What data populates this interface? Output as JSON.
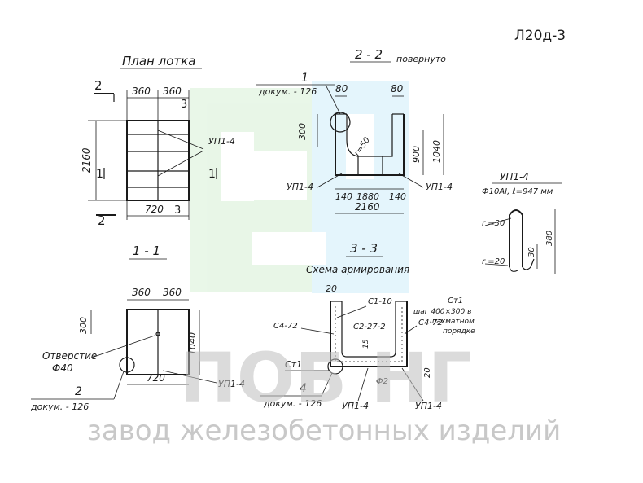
{
  "sheet_code": "Л20д-3",
  "plan": {
    "title": "План лотка",
    "dim_top_left": "360",
    "dim_top_right": "360",
    "dim_length": "2160",
    "dim_bottom": "720",
    "rebar_label": "УП1-4",
    "section_2": "2",
    "section_1": "1",
    "section_3": "3"
  },
  "section_22": {
    "title": "2 - 2",
    "note": "повернуто",
    "callout_num": "1",
    "callout_doc": "докум. - 126",
    "dim_wall_left": "80",
    "dim_wall_right": "80",
    "dim_300": "300",
    "dim_r": "r=50",
    "dim_900": "900",
    "dim_1040": "1040",
    "dim_140_left": "140",
    "dim_1880": "1880",
    "dim_140_right": "140",
    "dim_2160": "2160",
    "rebar_left": "УП1-4",
    "rebar_right": "УП1-4"
  },
  "loop_detail": {
    "title": "УП1-4",
    "spec": "Ф10АI, ℓ=947 мм",
    "r30": "r =30",
    "r20": "r =20",
    "dim_30": "30",
    "dim_380": "380"
  },
  "section_11": {
    "title": "1 - 1",
    "dim_left": "360",
    "dim_right": "360",
    "dim_300": "300",
    "dim_1040": "1040",
    "hole_label": "Отверстие",
    "hole_dia": "Ф40",
    "dim_720": "720",
    "rebar": "УП1-4",
    "callout_num": "2",
    "callout_doc": "докум. - 126"
  },
  "section_33": {
    "title": "3 - 3",
    "subtitle": "Схема армирования",
    "dim_20": "20",
    "mesh_c1": "С1-10",
    "mesh_c4_left": "С4-72",
    "mesh_c4_right": "С4-72",
    "mesh_c2": "С2-27-2",
    "ct1_top": "Ст1",
    "ct1_left": "Ст1",
    "step_note_1": "шаг 400×300 в",
    "step_note_2": "шахматном",
    "step_note_3": "порядке",
    "dim_15": "15",
    "dim_20_right": "20",
    "phi2": "Ф2",
    "callout_num": "4",
    "callout_doc": "докум. - 126",
    "rebar_left": "УП1-4",
    "rebar_right": "УП1-4"
  },
  "watermark": {
    "brand": "ПОБ НГ",
    "tagline": "завод железобетонных изделий"
  }
}
